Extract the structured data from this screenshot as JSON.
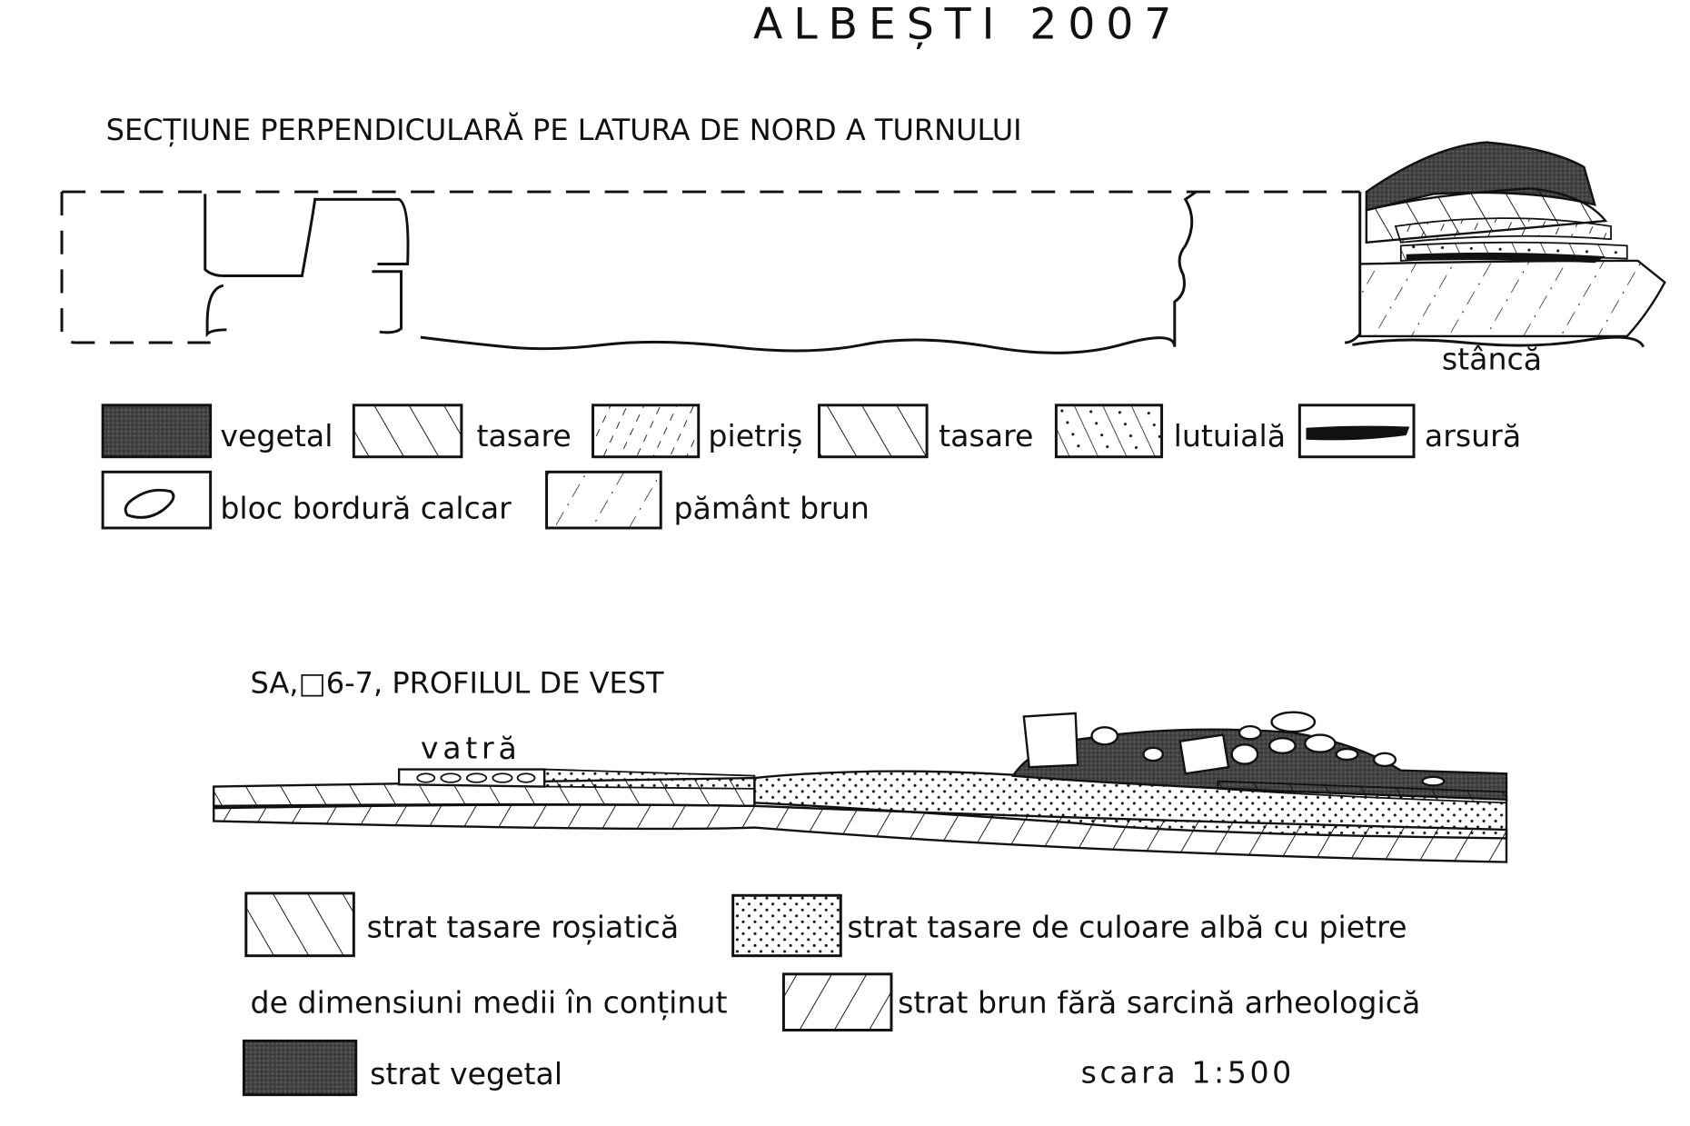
{
  "title": "ALBEȘTI 2007",
  "section1": {
    "title": "SECȚIUNE PERPENDICULARĂ PE LATURA DE NORD A TURNULUI",
    "rock_label": "stâncă",
    "legend": [
      {
        "label": "vegetal",
        "pattern": "dark-fill"
      },
      {
        "label": "tasare",
        "pattern": "backslash-hatch"
      },
      {
        "label": "pietriș",
        "pattern": "dashed-slash"
      },
      {
        "label": "tasare",
        "pattern": "backslash-hatch"
      },
      {
        "label": "lutuială",
        "pattern": "hatch-dots"
      },
      {
        "label": "arsură",
        "pattern": "black-lens"
      },
      {
        "label": "bloc bordură calcar",
        "pattern": "stone-outline"
      },
      {
        "label": "pământ brun",
        "pattern": "dash-dot-slash"
      }
    ]
  },
  "section2": {
    "title": "SA,□6-7, PROFILUL DE VEST",
    "hearth_label": "vatră",
    "legend": [
      {
        "label": "strat tasare roșiatică",
        "pattern": "backslash-hatch"
      },
      {
        "label": "strat tasare de culoare albă cu pietre",
        "pattern": "dots"
      },
      {
        "label": "de dimensiuni medii în conținut",
        "pattern": "none"
      },
      {
        "label": "strat brun fără sarcină arheologică",
        "pattern": "slash-hatch"
      },
      {
        "label": "strat vegetal",
        "pattern": "dark-fill"
      }
    ],
    "scale": "scara 1:500"
  }
}
